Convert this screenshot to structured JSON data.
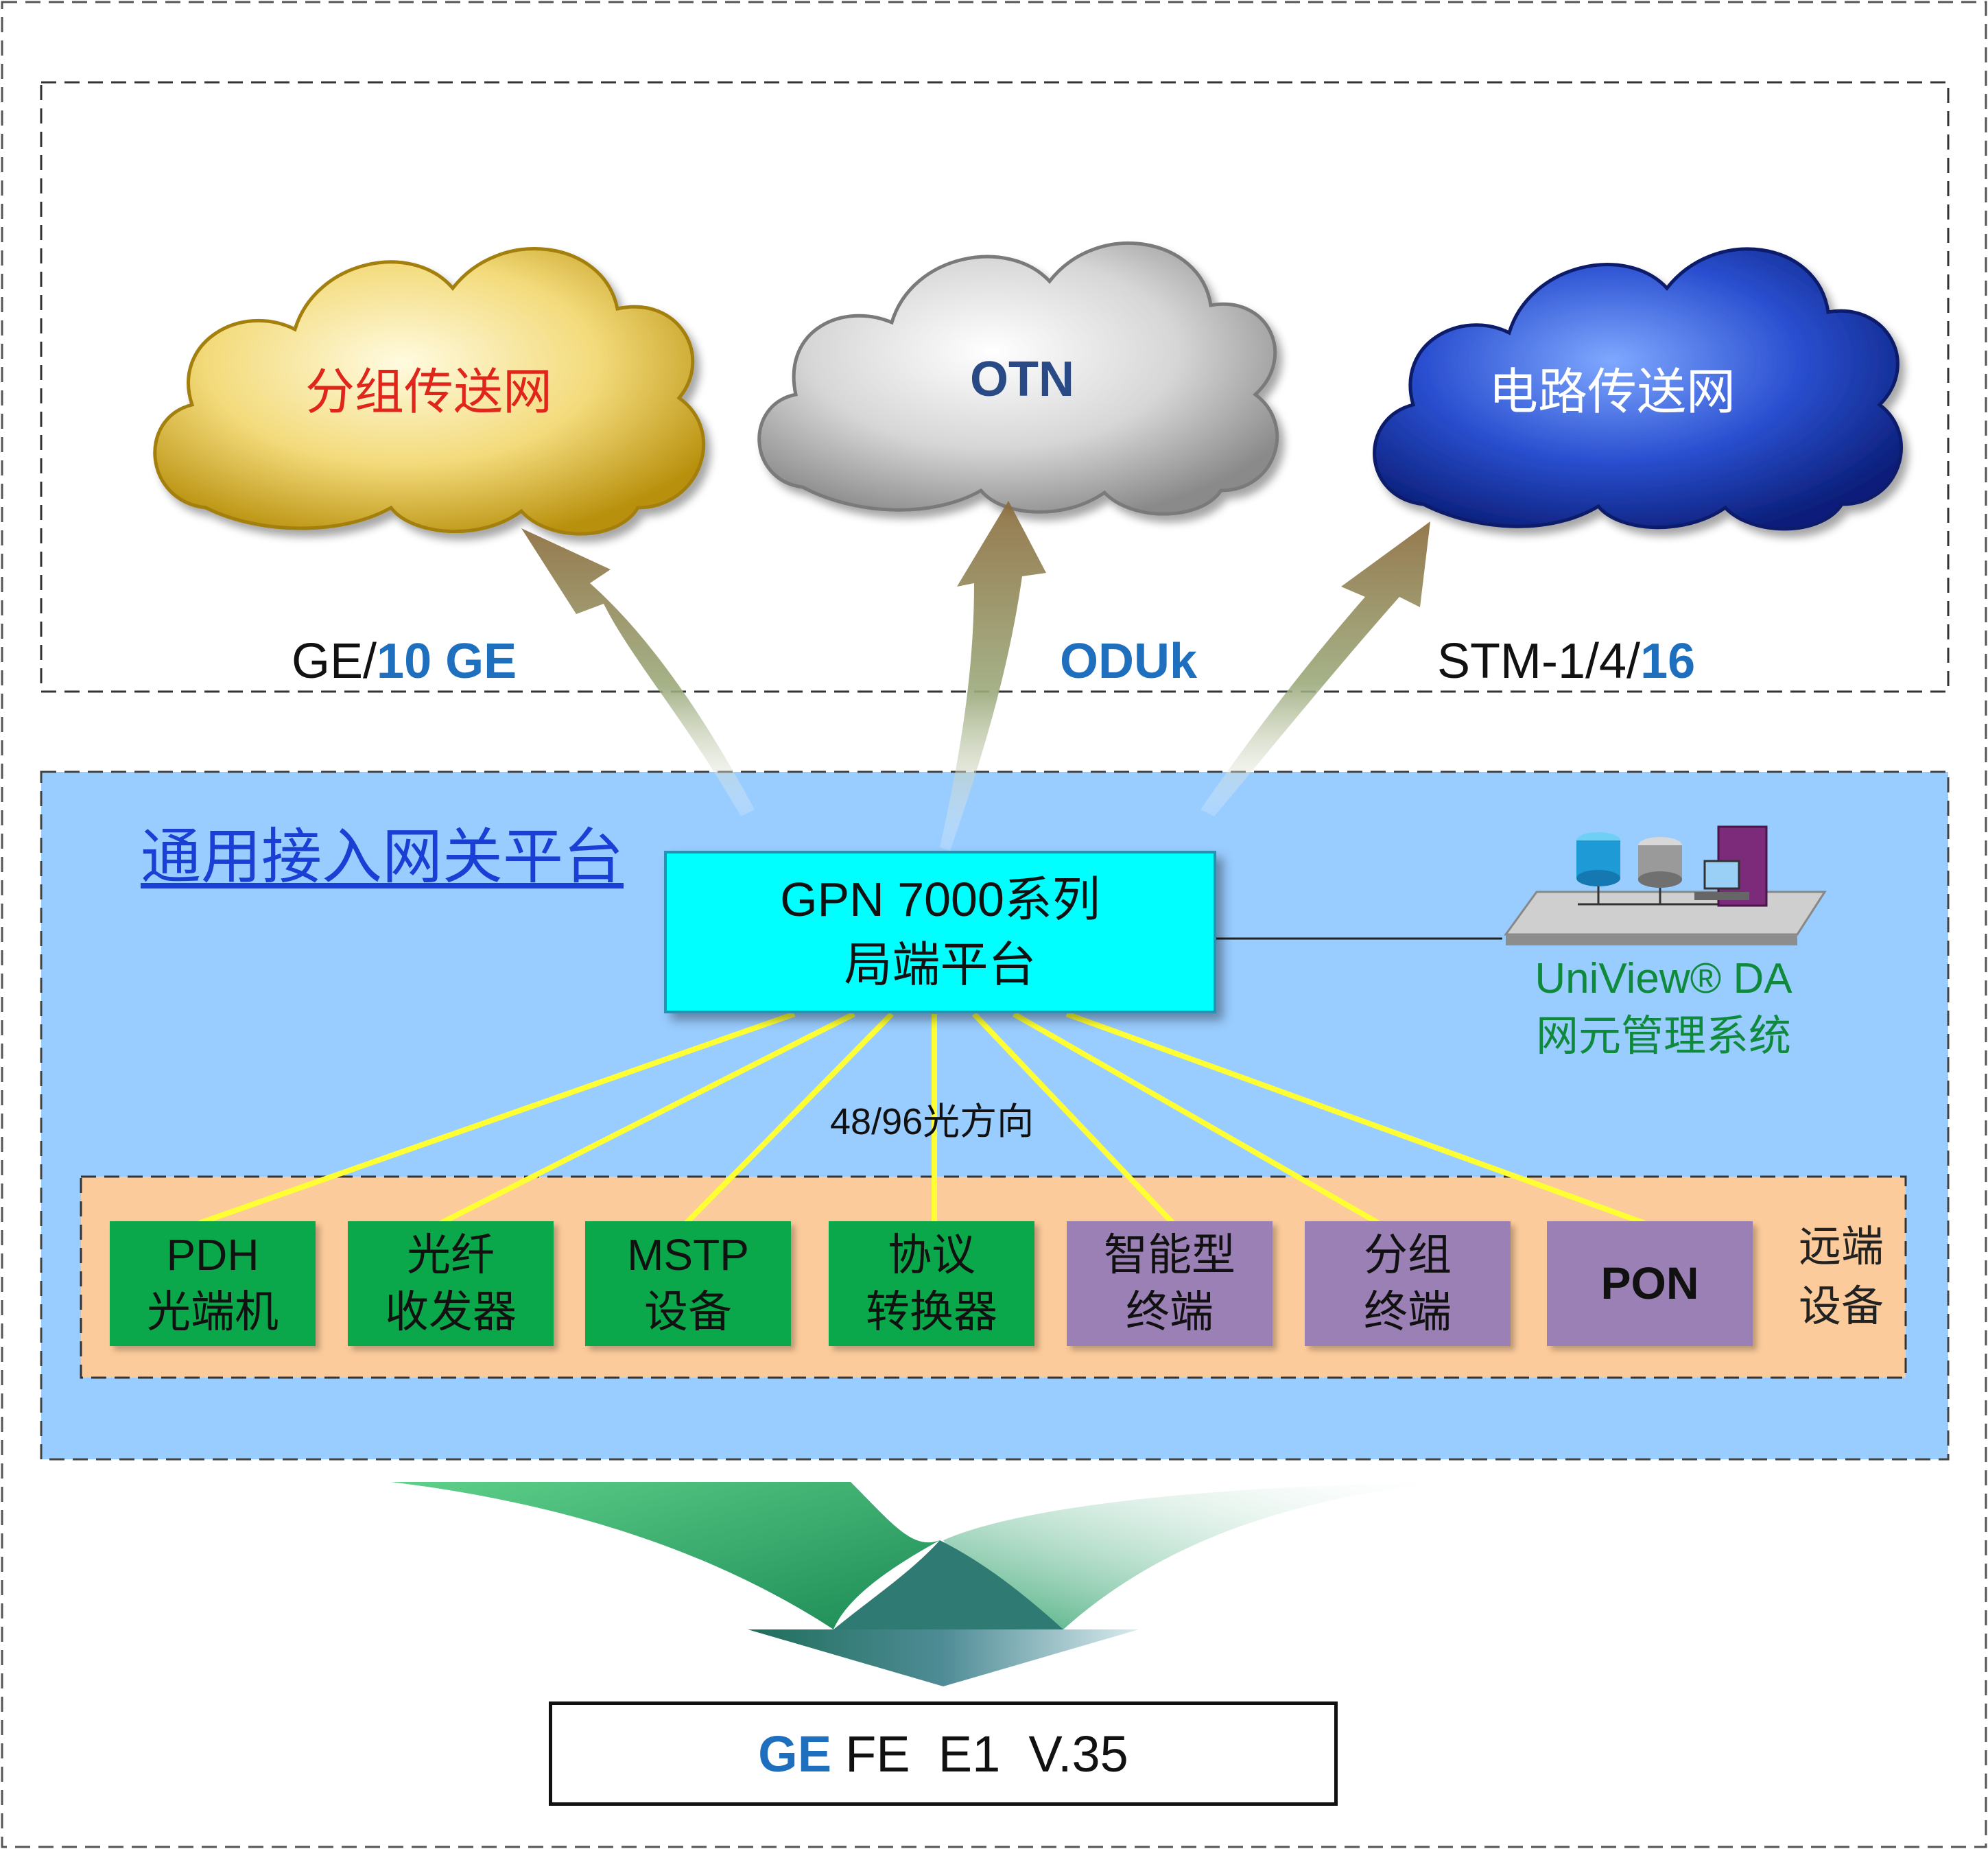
{
  "clouds": {
    "packet": {
      "label": "分组传送网",
      "color": "#e0251b"
    },
    "otn": {
      "label": "OTN",
      "color": "#2a4a86"
    },
    "circuit": {
      "label": "电路传送网",
      "color": "#ffffff"
    }
  },
  "interfaces": {
    "ge_prefix": "GE/",
    "ge_bold": "10 GE",
    "oduk": "ODUk",
    "stm_prefix": "STM-1/4/",
    "stm_bold": "16"
  },
  "platform": {
    "title": "通用接入网关平台",
    "core_line1": "GPN 7000系列",
    "core_line2": "局端平台",
    "nms_line1": "UniView® DA",
    "nms_line2": "网元管理系统",
    "fiber_label": "48/96光方向"
  },
  "devices": [
    {
      "line1": "PDH",
      "line2": "光端机",
      "group": "green"
    },
    {
      "line1": "光纤",
      "line2": "收发器",
      "group": "green"
    },
    {
      "line1": "MSTP",
      "line2": "设备",
      "group": "green"
    },
    {
      "line1": "协议",
      "line2": "转换器",
      "group": "green"
    },
    {
      "line1": "智能型",
      "line2": "终端",
      "group": "purple"
    },
    {
      "line1": "分组",
      "line2": "终端",
      "group": "purple"
    },
    {
      "line1": "PON",
      "line2": "",
      "group": "purple"
    }
  ],
  "remote_label": {
    "line1": "远端",
    "line2": "设备"
  },
  "bottom_interfaces": {
    "ge": "GE",
    "rest": "FE  E1  V.35"
  },
  "colors": {
    "platform_bg": "#99ccff",
    "remote_bg": "#fccb9b",
    "core_box": "#00ffff",
    "fiber_lines": "#ffff33",
    "green_device": "#0aa84a",
    "purple_device": "#9a80b4",
    "accent_blue": "#1f6fbf"
  },
  "icons": [
    "cloud-icon",
    "network-management-icon",
    "uplink-arrow-icon",
    "downlink-arrow-icon"
  ]
}
